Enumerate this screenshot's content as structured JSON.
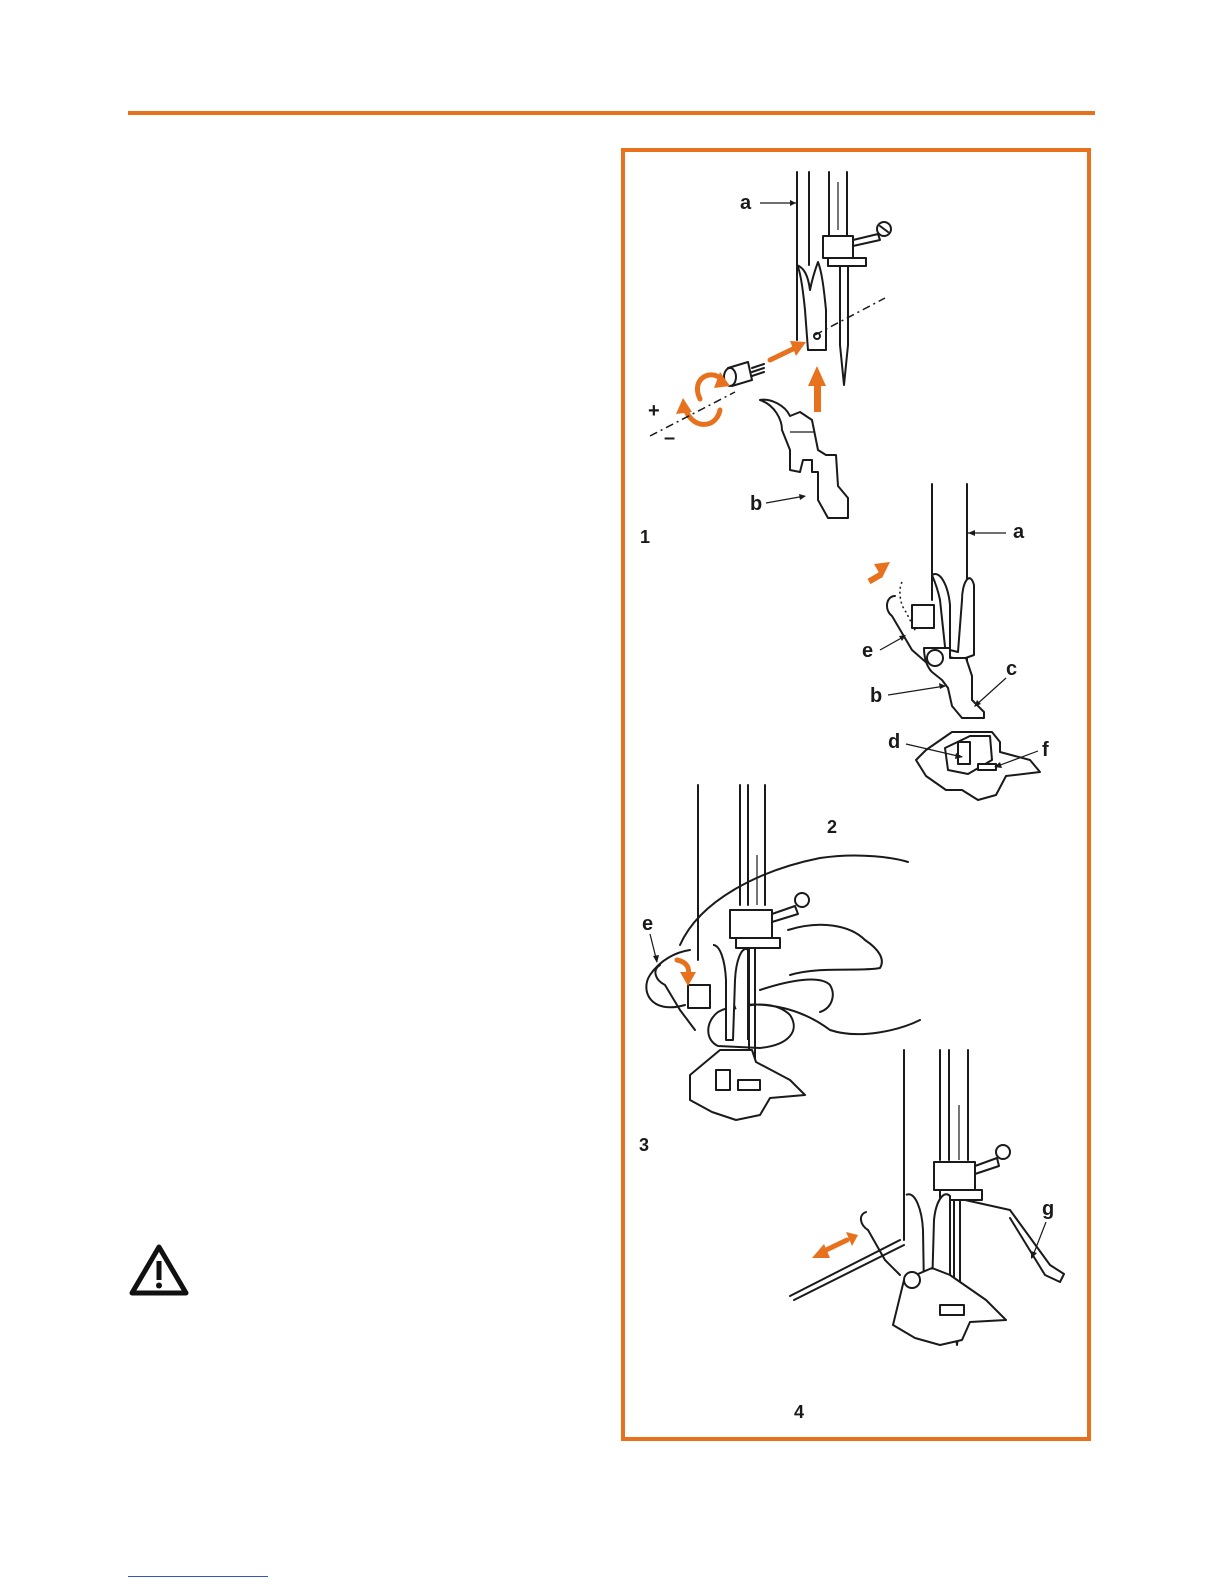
{
  "colors": {
    "accent": "#E8711E",
    "ink": "#1a1a1a",
    "link_rule": "#3355cc"
  },
  "warning": {
    "icon": "warning-triangle-icon"
  },
  "figure": {
    "step_numbers": [
      "1",
      "2",
      "3",
      "4"
    ],
    "labels": {
      "a1": "a",
      "b1": "b",
      "a2": "a",
      "b2": "b",
      "c2": "c",
      "d2": "d",
      "e2": "e",
      "f2": "f",
      "e3": "e",
      "g4": "g"
    },
    "adjust_plus": "+",
    "adjust_minus": "–"
  }
}
